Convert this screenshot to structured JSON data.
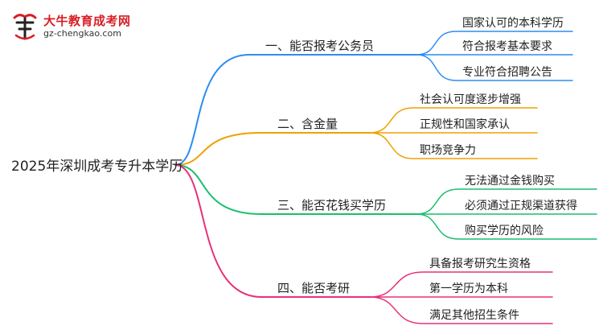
{
  "logo": {
    "title": "大牛教育成考网",
    "url": "gz-chengkao.com"
  },
  "root": {
    "label": "2025年深圳成考专升本学历"
  },
  "colors": {
    "branches": [
      "#2d8cf0",
      "#f0a000",
      "#19be6b",
      "#e8307a"
    ],
    "text": "#222222",
    "logo_red": "#d81e25"
  },
  "branches": [
    {
      "label": "一、能否报考公务员",
      "children": [
        "国家认可的本科学历",
        "符合报考基本要求",
        "专业符合招聘公告"
      ]
    },
    {
      "label": "二、含金量",
      "children": [
        "社会认可度逐步增强",
        "正规性和国家承认",
        "职场竞争力"
      ]
    },
    {
      "label": "三、能否花钱买学历",
      "children": [
        "无法通过金钱购买",
        "必须通过正规渠道获得",
        "购买学历的风险"
      ]
    },
    {
      "label": "四、能否考研",
      "children": [
        "具备报考研究生资格",
        "第一学历为本科",
        "满足其他招生条件"
      ]
    }
  ]
}
